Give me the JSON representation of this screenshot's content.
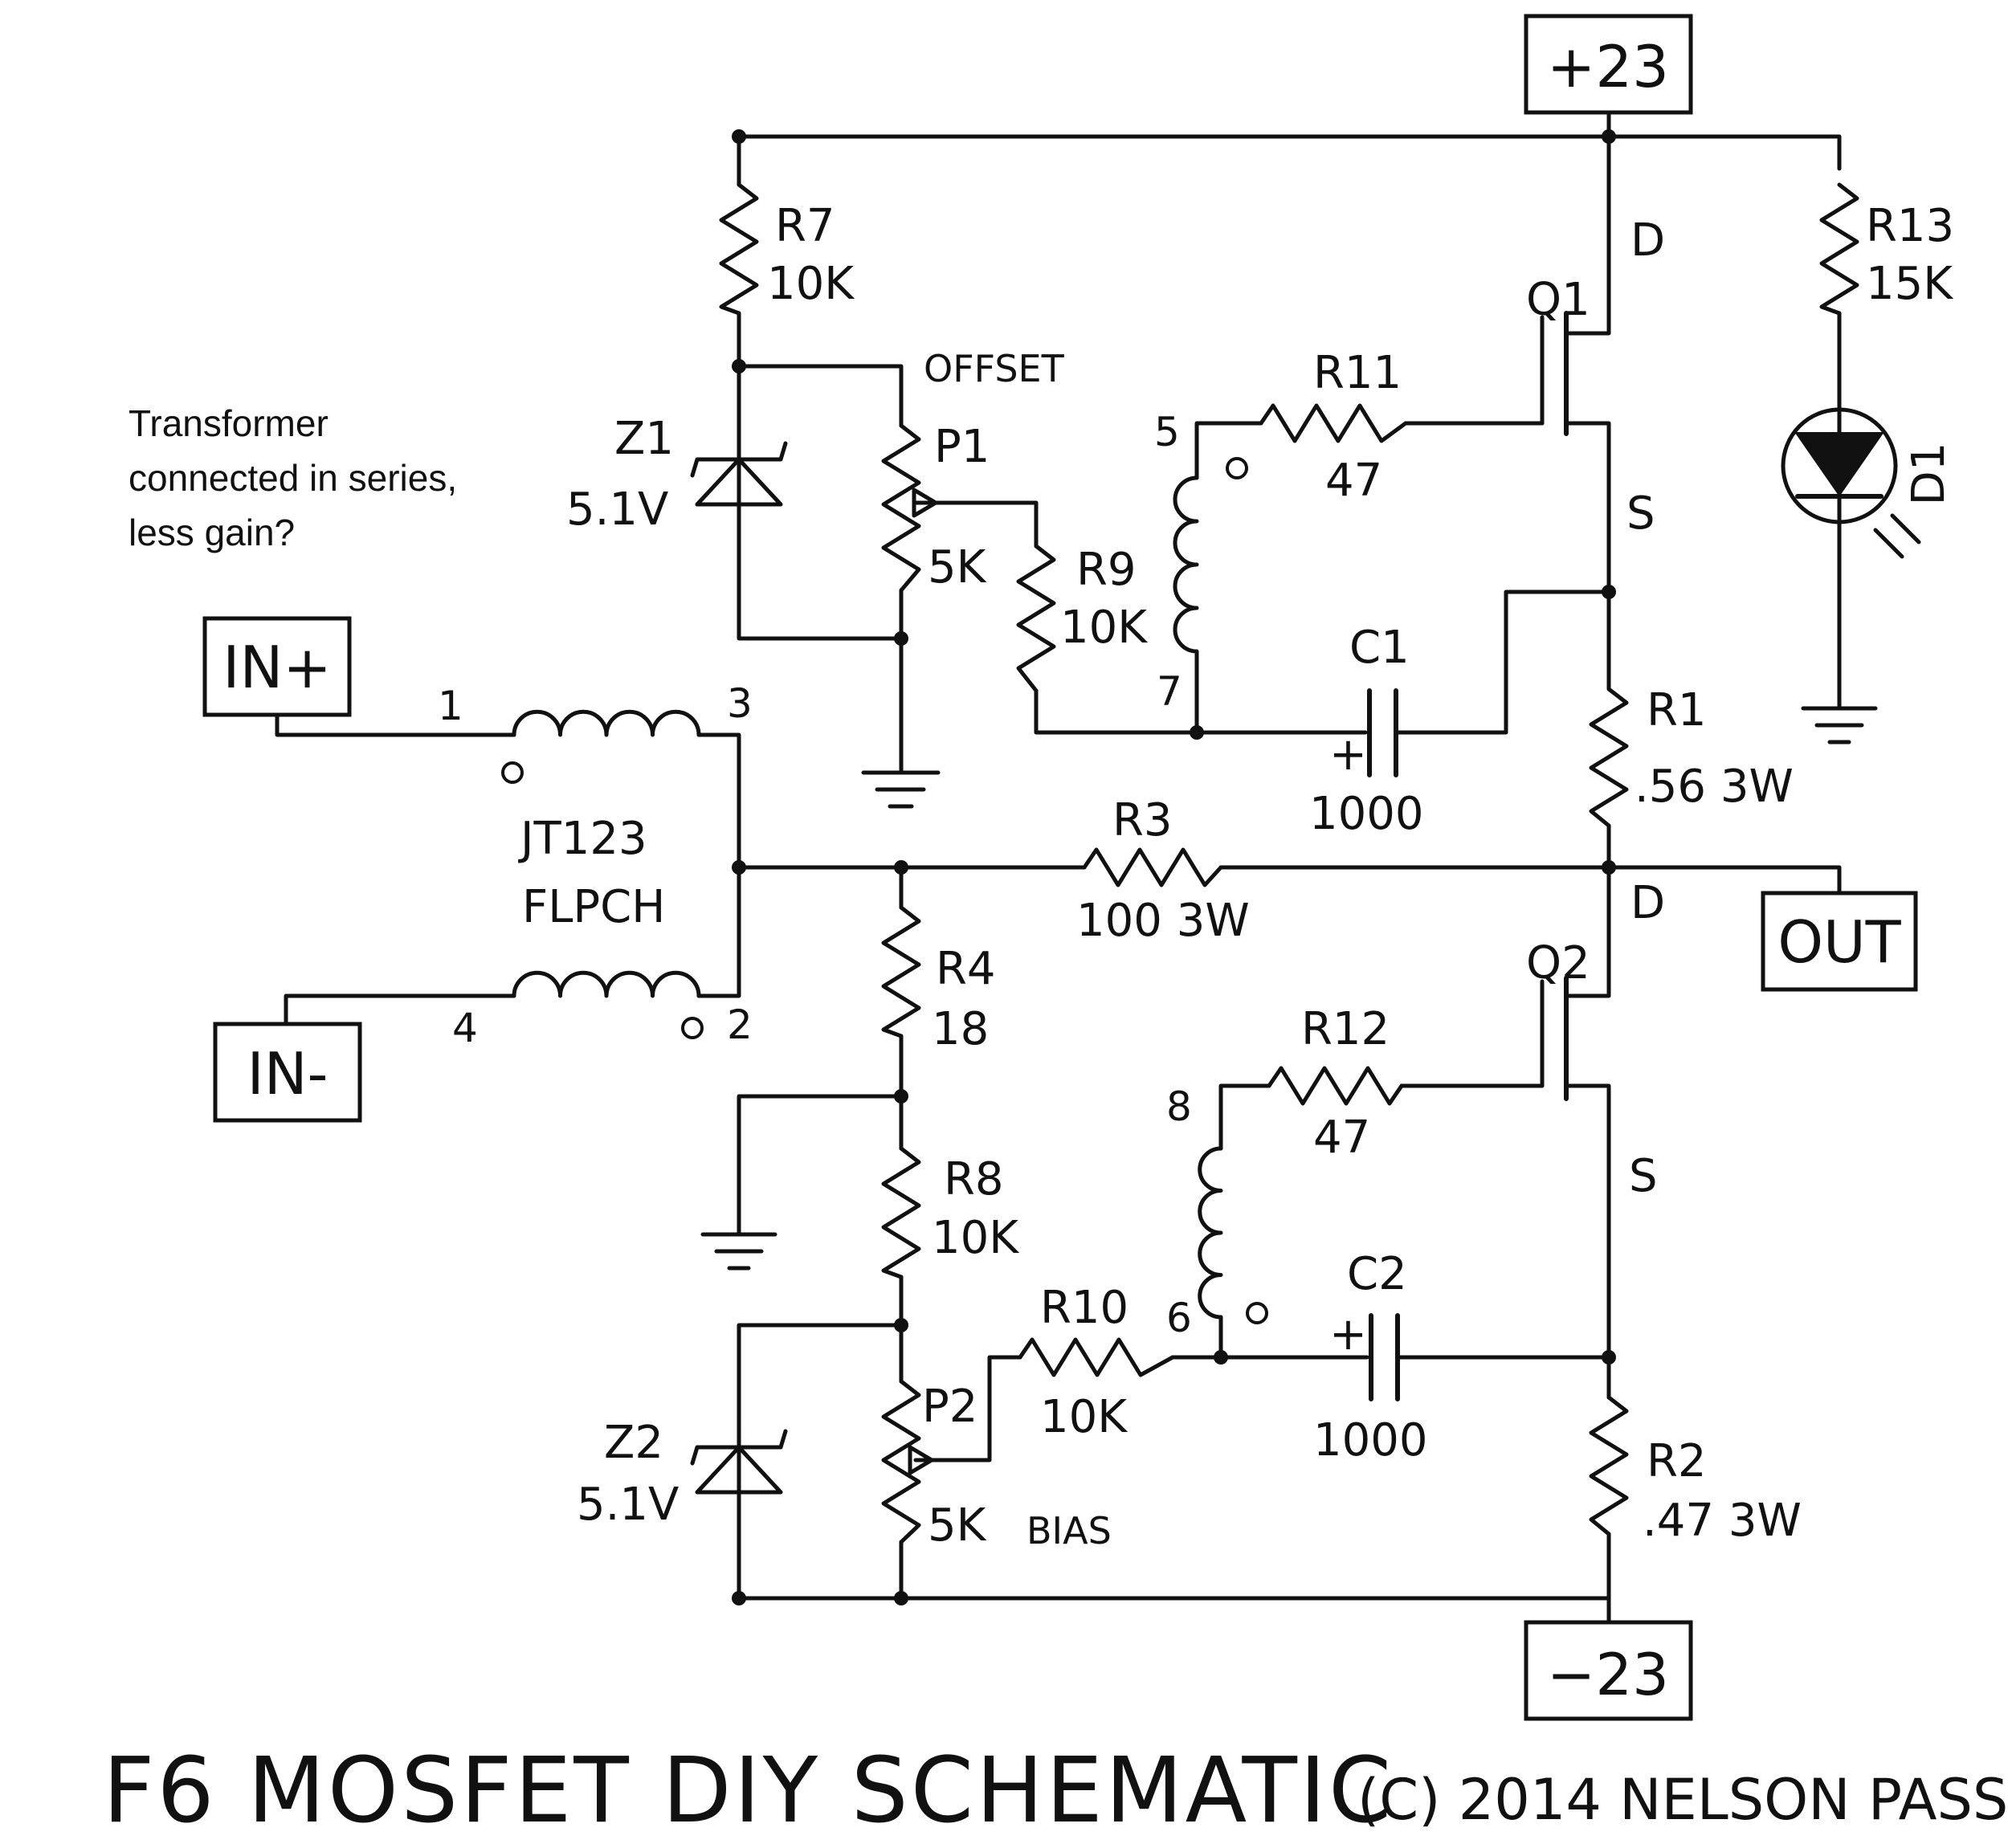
{
  "title": "F6 MOSFET DIY SCHEMATIC",
  "copyright": "(C) 2014 NELSON PASS",
  "note_lines": [
    "Transformer",
    "connected in series,",
    "less gain?"
  ],
  "terminals": {
    "vpos": "+23",
    "vneg": "−23",
    "in_pos": "IN+",
    "in_neg": "IN-",
    "out": "OUT"
  },
  "components": {
    "r7": {
      "name": "R7",
      "value": "10K"
    },
    "r13": {
      "name": "R13",
      "value": "15K"
    },
    "r11": {
      "name": "R11",
      "value": "47"
    },
    "r9": {
      "name": "R9",
      "value": "10K"
    },
    "r1": {
      "name": "R1",
      "value": ".56 3W"
    },
    "r3": {
      "name": "R3",
      "value": "100 3W"
    },
    "r4": {
      "name": "R4",
      "value": "18"
    },
    "r8": {
      "name": "R8",
      "value": "10K"
    },
    "r12": {
      "name": "R12",
      "value": "47"
    },
    "r10": {
      "name": "R10",
      "value": "10K"
    },
    "r2": {
      "name": "R2",
      "value": ".47 3W"
    },
    "z1": {
      "name": "Z1",
      "value": "5.1V"
    },
    "z2": {
      "name": "Z2",
      "value": "5.1V"
    },
    "p1": {
      "name": "P1",
      "value": "5K",
      "function": "OFFSET"
    },
    "p2": {
      "name": "P2",
      "value": "5K",
      "function": "BIAS"
    },
    "c1": {
      "name": "C1",
      "value": "1000",
      "polarity": "+"
    },
    "c2": {
      "name": "C2",
      "value": "1000",
      "polarity": "+"
    },
    "q1": {
      "name": "Q1",
      "drain": "D",
      "source": "S"
    },
    "q2": {
      "name": "Q2",
      "drain": "D",
      "source": "S"
    },
    "d1": {
      "name": "D1"
    },
    "transformer": {
      "line1": "JT123",
      "line2": "FLPCH"
    }
  },
  "pins": {
    "t1": "1",
    "t2": "2",
    "t3": "3",
    "t4": "4",
    "t5": "5",
    "t6": "6",
    "t7": "7",
    "t8": "8"
  }
}
